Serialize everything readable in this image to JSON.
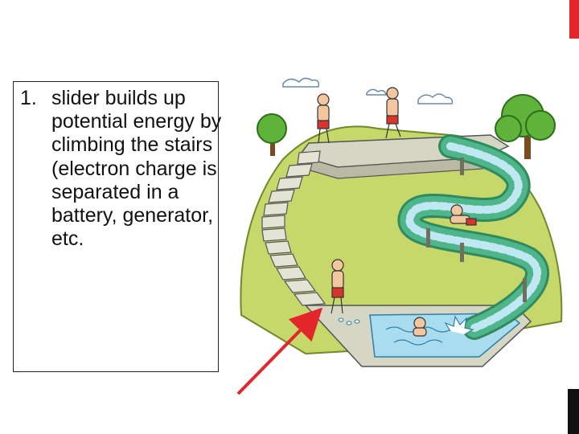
{
  "slide": {
    "list_number": "1.",
    "list_text": "slider builds up potential energy by climbing the stairs (electron charge is separated in a battery, generator, etc."
  },
  "colors": {
    "accent_red": "#e3262a",
    "corner_black": "#111111",
    "grass_green": "#c6d86a",
    "slide_green": "#4fb58a",
    "water_blue": "#a9dcef",
    "stone_gray": "#d6d6c4"
  },
  "icons": [
    "slide-illustration",
    "arrow-indicator"
  ]
}
